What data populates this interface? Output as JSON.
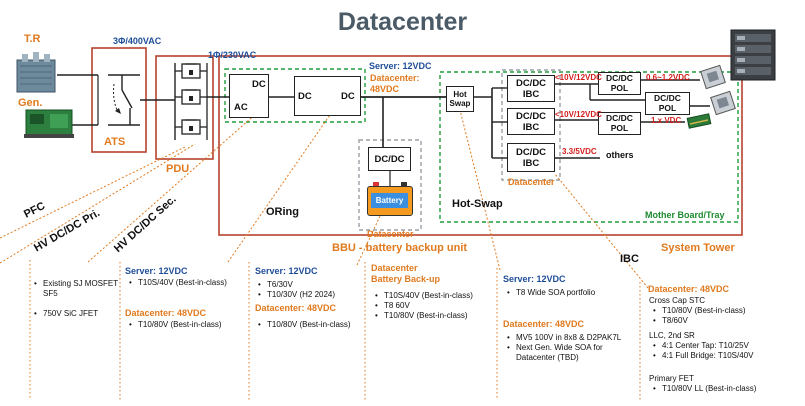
{
  "title": "Datacenter",
  "sources": {
    "tr": "T.R",
    "gen": "Gen."
  },
  "ats": {
    "voltage": "3Φ/400VAC",
    "label": "ATS"
  },
  "pdu": {
    "voltage": "1Φ/230VAC",
    "label": "PDU"
  },
  "psu": {
    "ac_dc_top": "DC",
    "ac_dc_bottom": "AC",
    "dc1": "DC",
    "dc2": "DC"
  },
  "server_voltage": "Server: 12VDC",
  "datacenter_voltage": "Datacenter:\n48VDC",
  "hot_swap_box": "Hot\nSwap",
  "ibc_boxes": [
    "DC/DC\nIBC",
    "DC/DC\nIBC",
    "DC/DC\nIBC"
  ],
  "ibc_caption": "Datacenter",
  "pol_boxes": [
    "DC/DC\nPOL",
    "DC/DC\nPOL",
    "DC/DC\nPOL"
  ],
  "rail_labels": {
    "r1": "<10V/12VDC",
    "r2": "<10V/12VDC",
    "r3": "3.3/5VDC",
    "p1": "0.6~1.2VDC",
    "p2": "1.x VDC"
  },
  "others": "others",
  "bbu": {
    "dcdc": "DC/DC",
    "battery": "Battery",
    "caption": "Datacenter"
  },
  "region_labels": {
    "oring": "ORing",
    "hot_swap": "Hot-Swap",
    "motherboard": "Mother Board/Tray",
    "bbu": "BBU - battery backup unit",
    "system_tower": "System Tower",
    "ibc": "IBC",
    "pfc": "PFC",
    "hv_pri": "HV DC/DC Pri.",
    "hv_sec": "HV DC/DC Sec."
  },
  "columns": {
    "pfc": {
      "items": [
        "Existing SJ MOSFET SF5",
        "750V SiC JFET"
      ]
    },
    "hv_sec": {
      "h1": "Server: 12VDC",
      "items1": [
        "T10S/40V (Best-in-class)"
      ],
      "h2": "Datacenter: 48VDC",
      "items2": [
        "T10/80V (Best-in-class)"
      ]
    },
    "oring": {
      "h1": "Server: 12VDC",
      "items1": [
        "T6/30V",
        "T10/30V (H2 2024)"
      ],
      "h2": "Datacenter: 48VDC",
      "items2": [
        "T10/80V (Best-in-class)"
      ]
    },
    "bbu": {
      "h1": "Datacenter\nBattery Back-up",
      "items1": [
        "T10S/40V (Best-in-class)",
        "T8 60V",
        "T10/80V (Best-in-class)"
      ]
    },
    "hot_swap": {
      "h1": "Server: 12VDC",
      "items1": [
        "T8 Wide SOA portfolio"
      ],
      "h2": "Datacenter: 48VDC",
      "items2": [
        "MV5 100V in 8x8 & D2PAK7L",
        "Next Gen. Wide SOA for\nDatacenter (TBD)"
      ]
    },
    "ibc": {
      "h1": "Datacenter: 48VDC",
      "s1": "Cross Cap STC",
      "items1": [
        "T10/80V (Best-in-class)",
        "T8/60V"
      ],
      "s2": "LLC, 2nd SR",
      "items2": [
        "4:1 Center Tap: T10/25V",
        "4:1 Full Bridge: T10S/40V"
      ],
      "s3": "Primary FET",
      "items3": [
        "T10/80V LL (Best-in-class)"
      ]
    }
  },
  "colors": {
    "orange": "#e07a1f",
    "red_frame": "#b8432e",
    "green_dash": "#1e9e3a",
    "dark": "#222222",
    "blue": "#1f4e99",
    "red": "#d31d1d"
  }
}
